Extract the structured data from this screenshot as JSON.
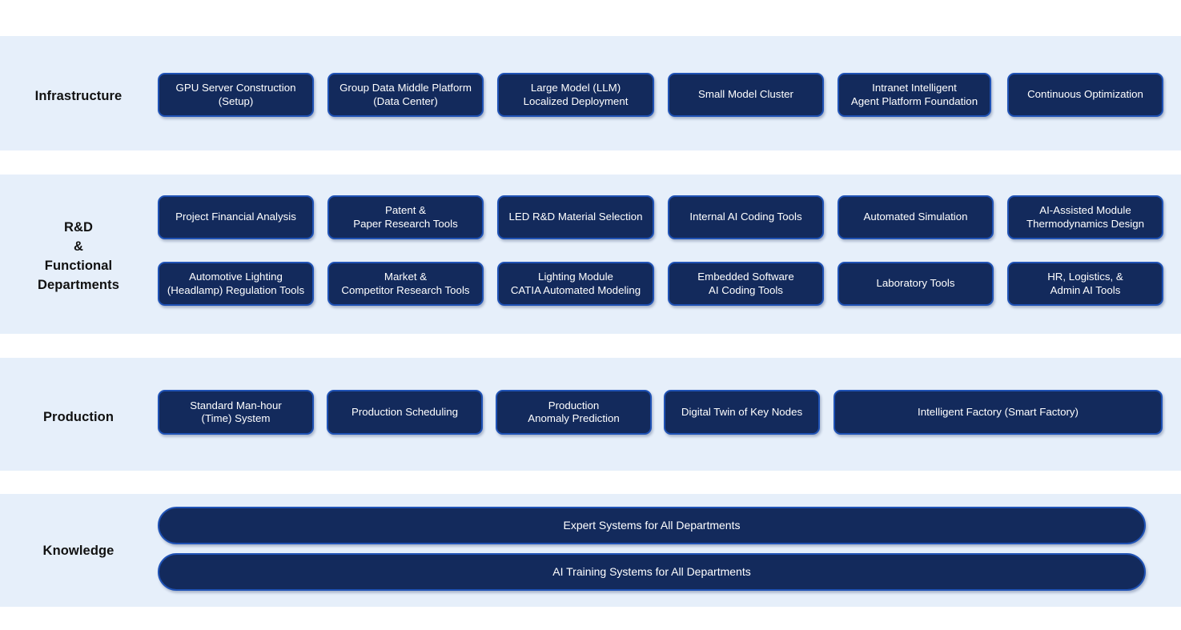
{
  "meta": {
    "colors": {
      "band_background": "#e6effa",
      "page_background": "#ffffff",
      "node_fill": "#132a5c",
      "node_border": "#1f52b5",
      "node_text": "#ffffff",
      "label_text": "#111111"
    }
  },
  "rows": [
    {
      "label": "Infrastructure",
      "nodes": [
        {
          "text": "GPU Server Construction\n(Setup)"
        },
        {
          "text": "Group Data Middle Platform\n(Data Center)"
        },
        {
          "text": "Large Model (LLM)\nLocalized Deployment"
        },
        {
          "text": "Small Model Cluster"
        },
        {
          "text": "Intranet Intelligent\nAgent Platform Foundation"
        },
        {
          "text": "Continuous Optimization"
        }
      ]
    },
    {
      "label": "R&D\n&\nFunctional\nDepartments",
      "nodes": [
        {
          "text": "Project Financial Analysis"
        },
        {
          "text": "Patent &\nPaper Research Tools"
        },
        {
          "text": "LED R&D Material Selection"
        },
        {
          "text": "Internal AI Coding Tools"
        },
        {
          "text": "Automated Simulation"
        },
        {
          "text": "AI-Assisted Module\nThermodynamics Design"
        },
        {
          "text": "Automotive Lighting\n(Headlamp) Regulation Tools"
        },
        {
          "text": "Market &\nCompetitor Research Tools"
        },
        {
          "text": "Lighting Module\nCATIA Automated Modeling"
        },
        {
          "text": "Embedded Software\nAI Coding Tools"
        },
        {
          "text": "Laboratory Tools"
        },
        {
          "text": "HR, Logistics, &\nAdmin AI Tools"
        }
      ]
    },
    {
      "label": "Production",
      "nodes": [
        {
          "text": "Standard Man-hour\n(Time) System"
        },
        {
          "text": "Production Scheduling"
        },
        {
          "text": "Production\nAnomaly Prediction"
        },
        {
          "text": "Digital Twin of Key Nodes"
        },
        {
          "text": "Intelligent Factory (Smart Factory)"
        }
      ]
    },
    {
      "label": "Knowledge",
      "nodes": [
        {
          "text": "Expert Systems for All Departments"
        },
        {
          "text": "AI Training Systems for All Departments"
        }
      ]
    }
  ]
}
